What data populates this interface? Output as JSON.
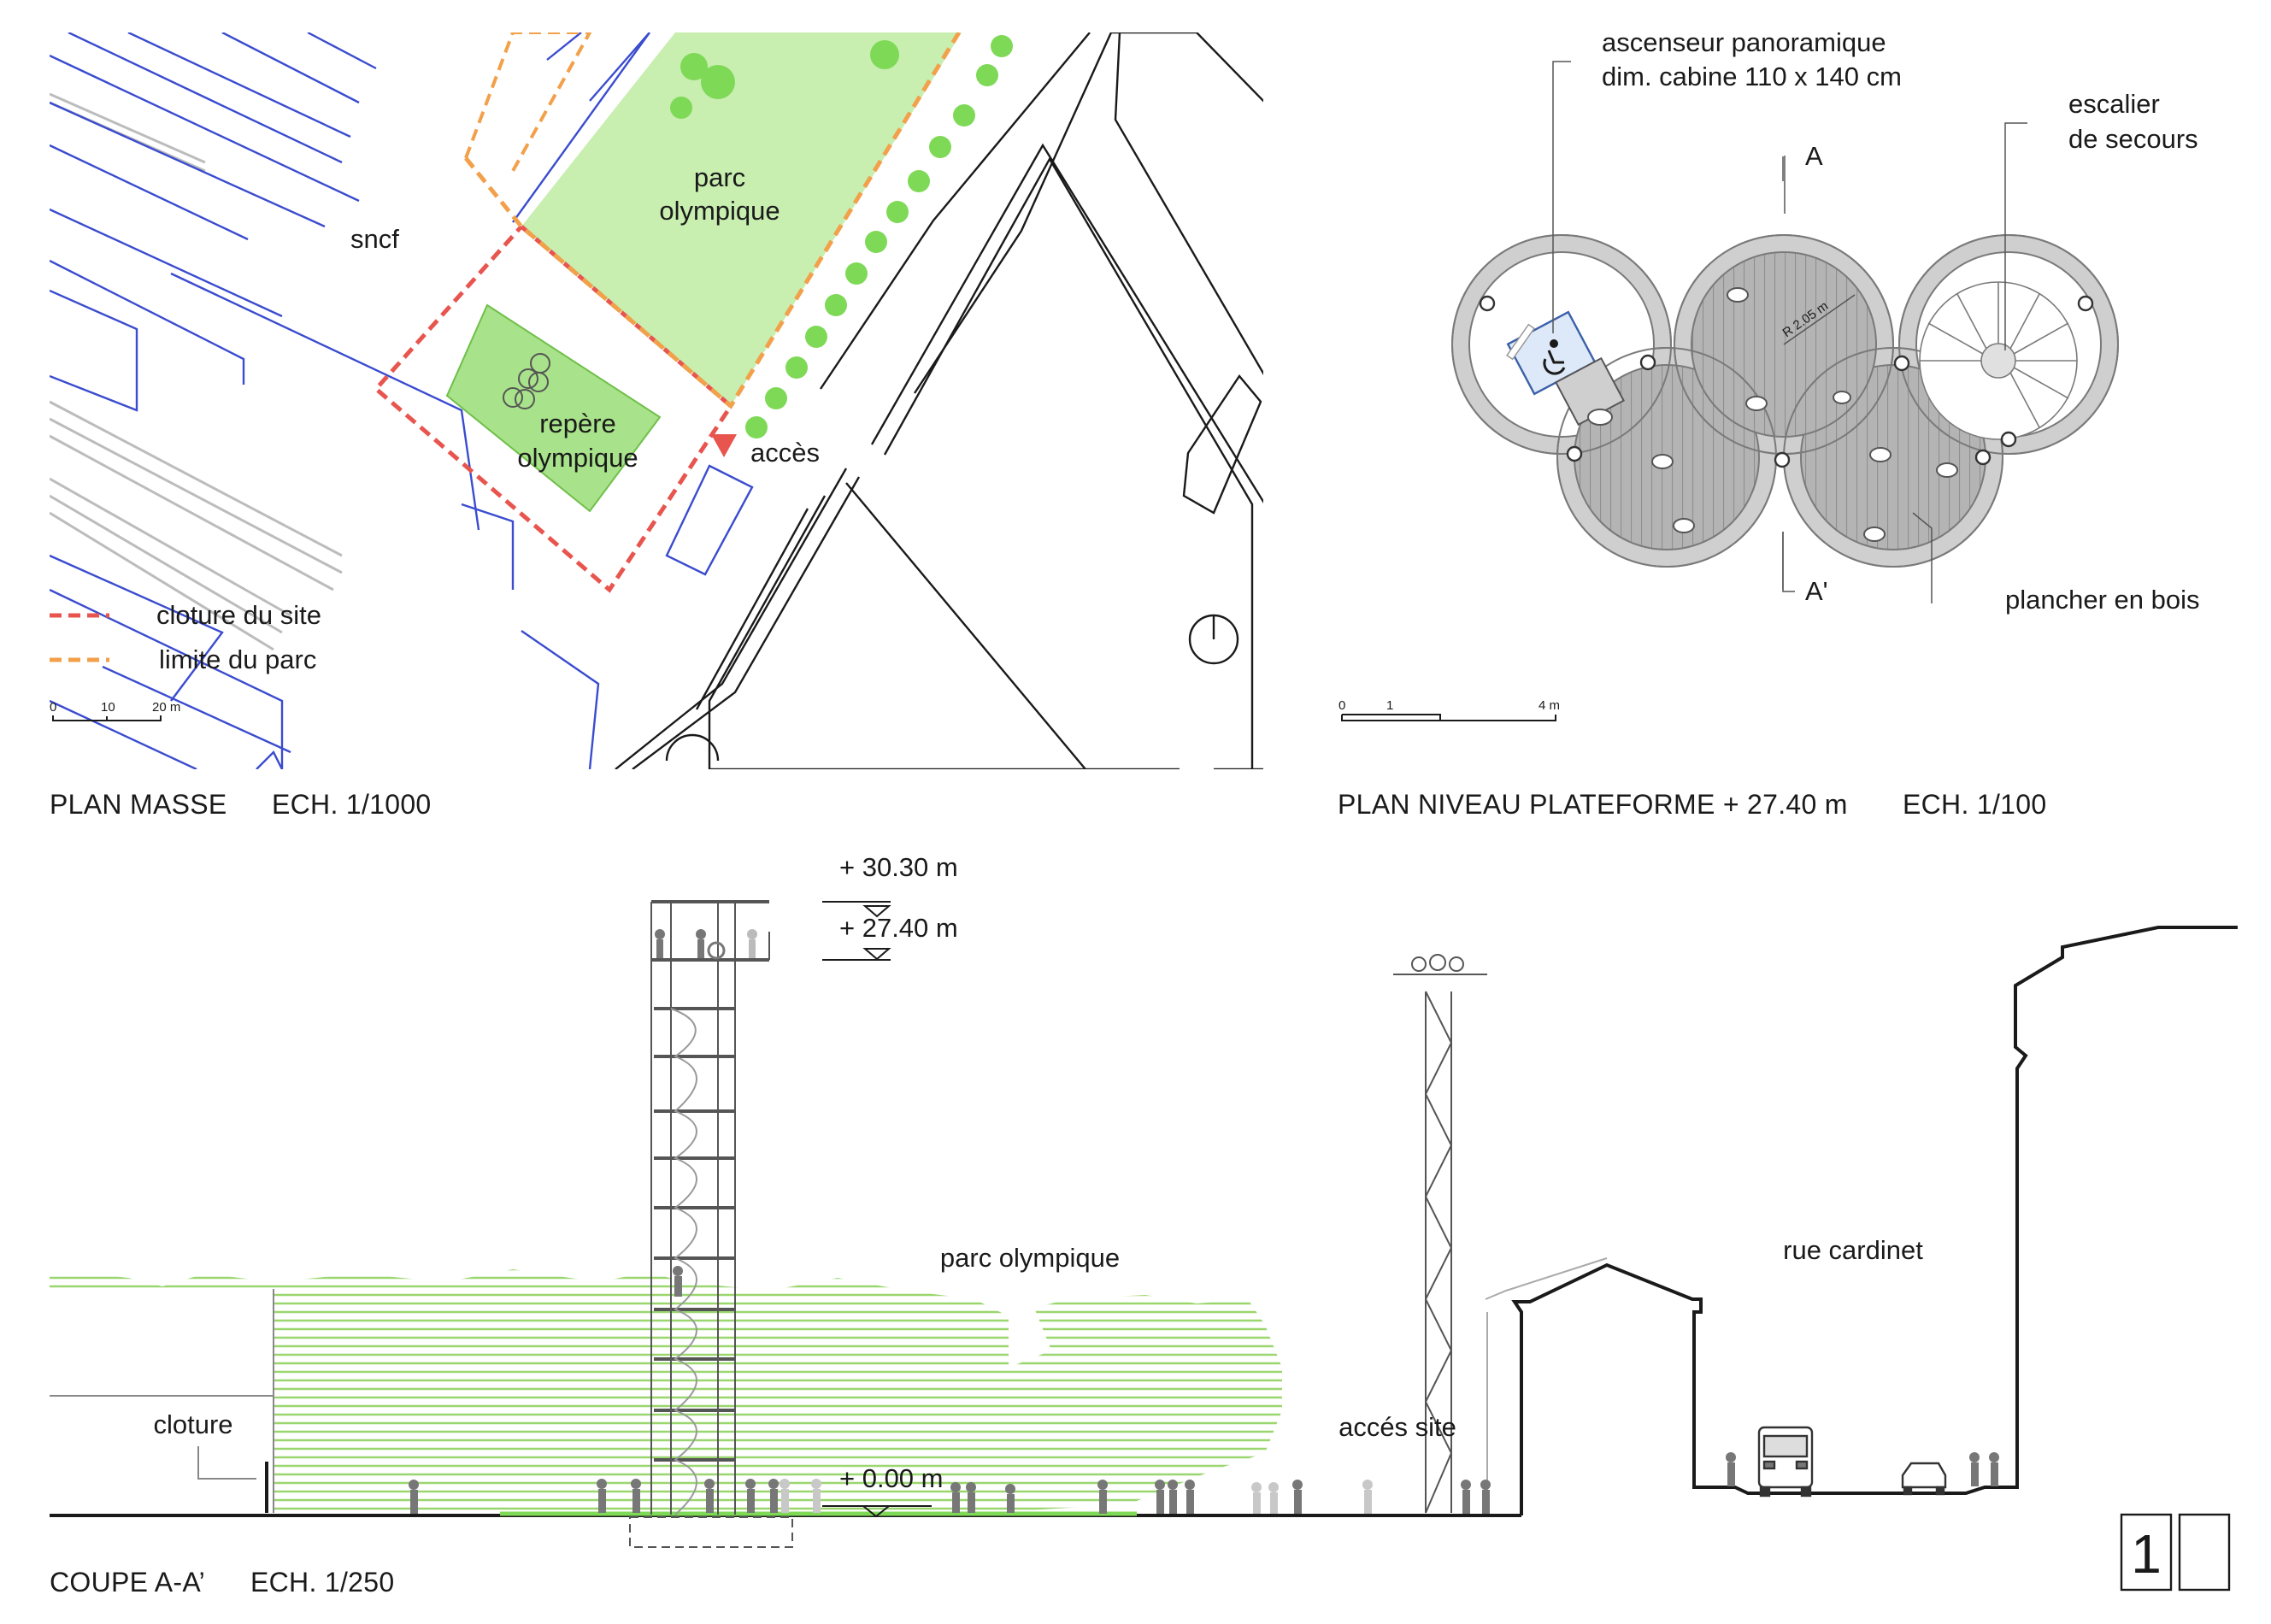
{
  "plan_masse": {
    "title": "PLAN MASSE",
    "scale": "ECH. 1/1000",
    "labels": {
      "sncf": "sncf",
      "parc_line1": "parc",
      "parc_line2": "olympique",
      "repere_line1": "repère",
      "repere_line2": "olympique",
      "acces": "accès"
    },
    "legend": [
      {
        "label": "cloture du site",
        "color": "#e8554f"
      },
      {
        "label": "limite du parc",
        "color": "#f2a04a"
      }
    ],
    "scalebar": [
      "0",
      "10",
      "20 m"
    ]
  },
  "plan_plateforme": {
    "title": "PLAN NIVEAU PLATEFORME + 27.40 m",
    "scale": "ECH. 1/100",
    "labels": {
      "ascenseur_line1": "ascenseur panoramique",
      "ascenseur_line2": "dim. cabine 110 x 140 cm",
      "escalier_line1": "escalier",
      "escalier_line2": "de secours",
      "plancher": "plancher en bois",
      "section_a": "A",
      "section_a_prime": "A'",
      "radius": "R 2.05 m"
    },
    "scalebar": [
      "0",
      "1",
      "4 m"
    ]
  },
  "coupe": {
    "title": "COUPE A-A’",
    "scale": "ECH. 1/250",
    "levels": [
      "+ 30.30 m",
      "+ 27.40 m",
      "+ 0.00 m"
    ],
    "labels": {
      "parc": "parc olympique",
      "cloture": "cloture",
      "acces_site": "accés site",
      "rue": "rue cardinet"
    }
  },
  "page_number": "1",
  "colors": {
    "park_green": "#c8eeb0",
    "park_outline": "#8fd46f",
    "tree_green": "#7ed957",
    "plot_green": "#a8e28a",
    "building_blue": "#3a4ccf",
    "rail_grey": "#bbbbbb",
    "concrete": "#cfcfcf",
    "deck": "#a8a8a8",
    "site_fence": "#e8554f",
    "park_limit": "#f2a04a",
    "hatch_green": "#9ad66e",
    "ink": "#1a1a1a"
  }
}
